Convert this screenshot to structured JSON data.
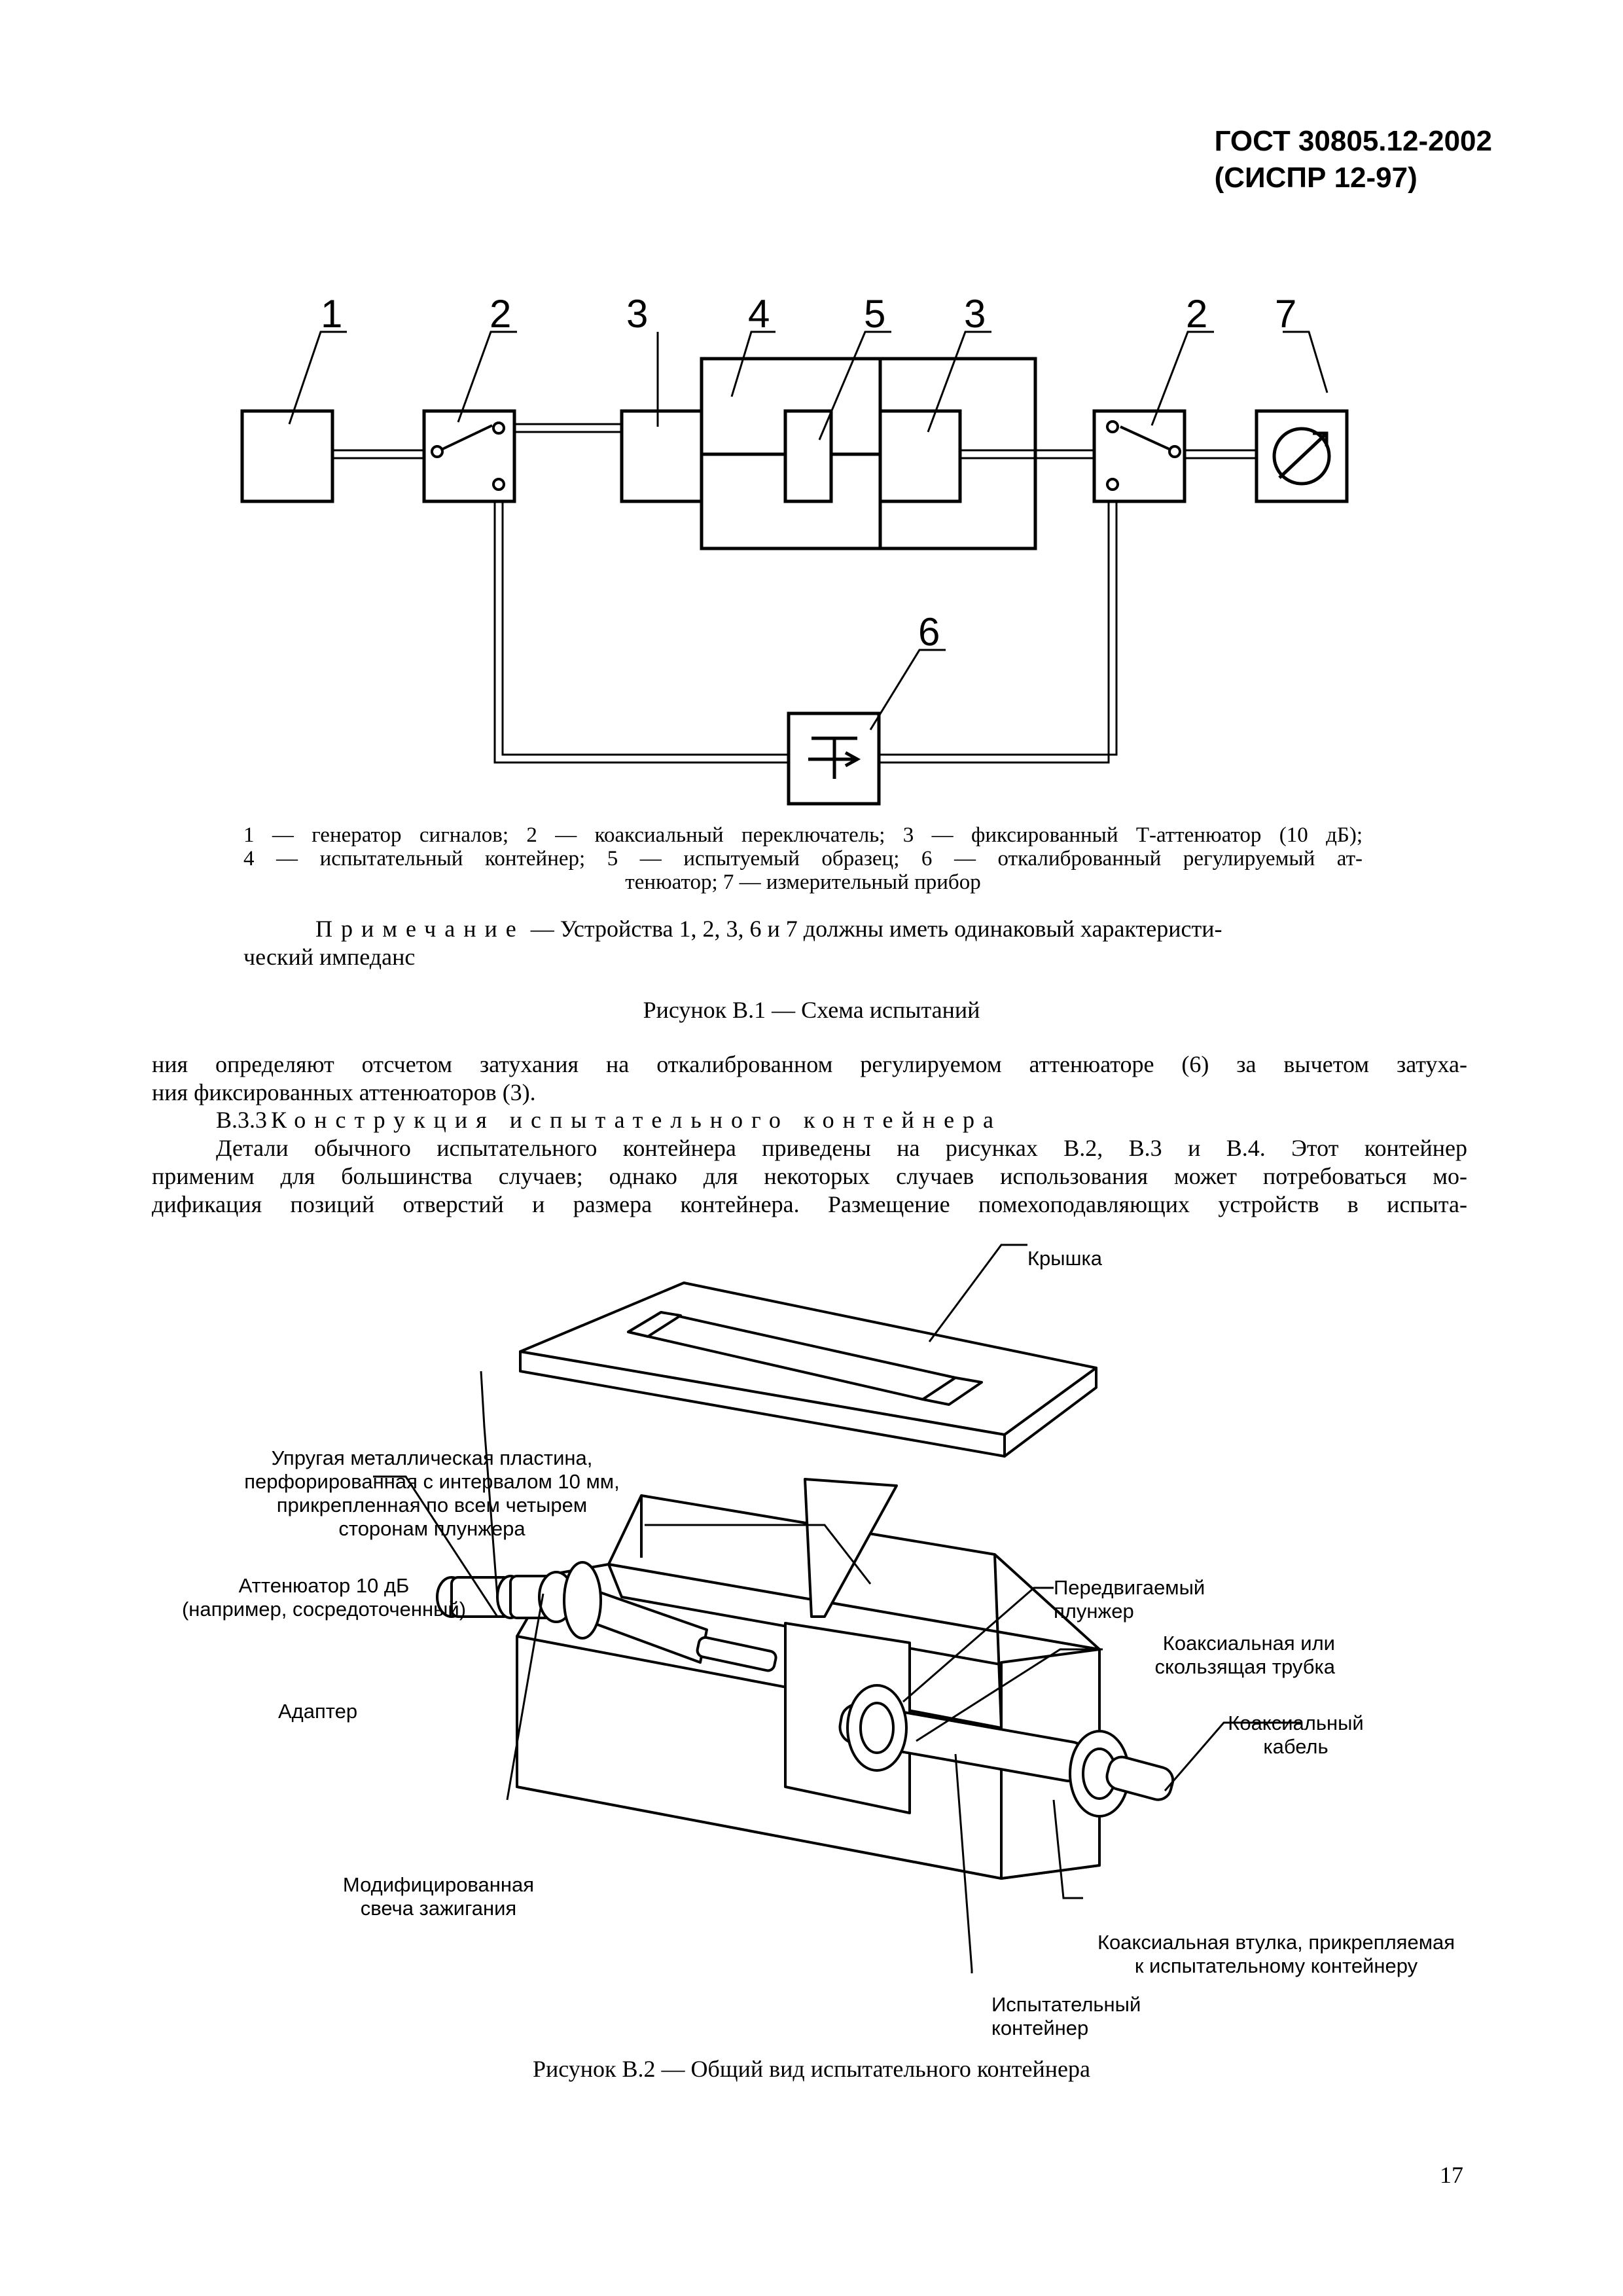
{
  "header": {
    "standard": "ГОСТ 30805.12-2002",
    "standard_alt": "(СИСПР 12-97)"
  },
  "figure_b1": {
    "numbers": [
      "1",
      "2",
      "3",
      "4",
      "5",
      "3",
      "2",
      "7",
      "6"
    ],
    "legend_line1": "1 — генератор сигналов; 2 — коаксиальный переключатель; 3 — фиксированный Т-аттенюатор (10 дБ);",
    "legend_line2": "4 — испытательный контейнер; 5 — испытуемый образец; 6 — откалиброванный регулируемый ат-",
    "legend_line3": "тенюатор; 7 — измерительный прибор",
    "note_label": "Примечание",
    "note_text": " — Устройства 1, 2, 3, 6 и 7 должны иметь одинаковый характеристи-",
    "note_text2": "ческий импеданс",
    "caption": "Рисунок В.1 — Схема испытаний"
  },
  "body": {
    "para1_line1": "ния определяют отсчетом затухания на откалиброванном регулируемом аттенюаторе (6) за вычетом затуха-",
    "para1_line2": "ния фиксированных аттенюаторов (3).",
    "section_number": "В.3.3",
    "section_title": "Конструкция испытательного контейнера",
    "para2_line1": "Детали обычного испытательного контейнера приведены на рисунках В.2, В.3 и В.4. Этот контейнер",
    "para2_line2": "применим для большинства случаев; однако для некоторых случаев использования может потребоваться мо-",
    "para2_line3": "дификация позиций отверстий и размера контейнера. Размещение помехоподавляющих устройств в испыта-"
  },
  "figure_b2": {
    "lid": "Крышка",
    "plate_line1": "Упругая металлическая пластина,",
    "plate_line2": "перфорированная с интервалом 10 мм,",
    "plate_line3": "прикрепленная по всем четырем",
    "plate_line4": "сторонам плунжера",
    "atten_line1": "Аттенюатор 10 дБ",
    "atten_line2": "(например, сосредоточенный)",
    "adapter": "Адаптер",
    "plug_line1": "Модифицированная",
    "plug_line2": "свеча зажигания",
    "plunger": "Передвигаемый плунжер",
    "tube_line1": "Коаксиальная или",
    "tube_line2": "скользящая трубка",
    "cable_line1": "Коаксиальный",
    "cable_line2": "кабель",
    "bushing_line1": "Коаксиальная втулка, прикрепляемая",
    "bushing_line2": "к испытательному контейнеру",
    "container": "Испытательный контейнер",
    "caption": "Рисунок В.2 — Общий вид испытательного контейнера"
  },
  "page_number": "17"
}
